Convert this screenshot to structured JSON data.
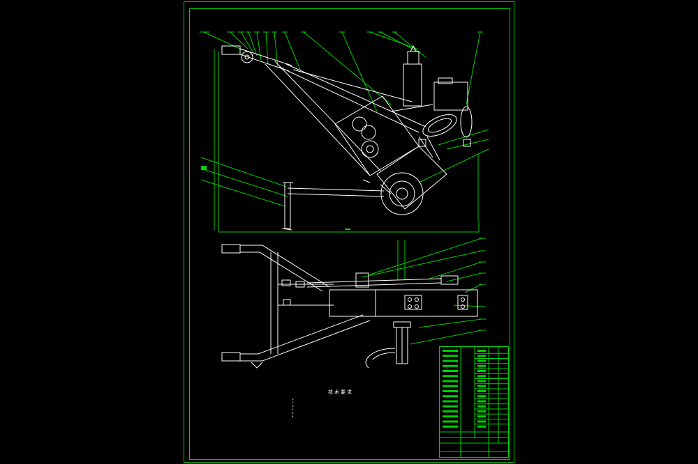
{
  "drawing": {
    "line_color": "#00d000",
    "part_color": "#ffffff",
    "background": "#000000"
  },
  "technical_requirements": {
    "title": "技术要求",
    "items": [
      "1.",
      "2.",
      "3.",
      "4.",
      "5.",
      "6."
    ]
  },
  "title_block": {
    "parts_list_rows": 16
  }
}
